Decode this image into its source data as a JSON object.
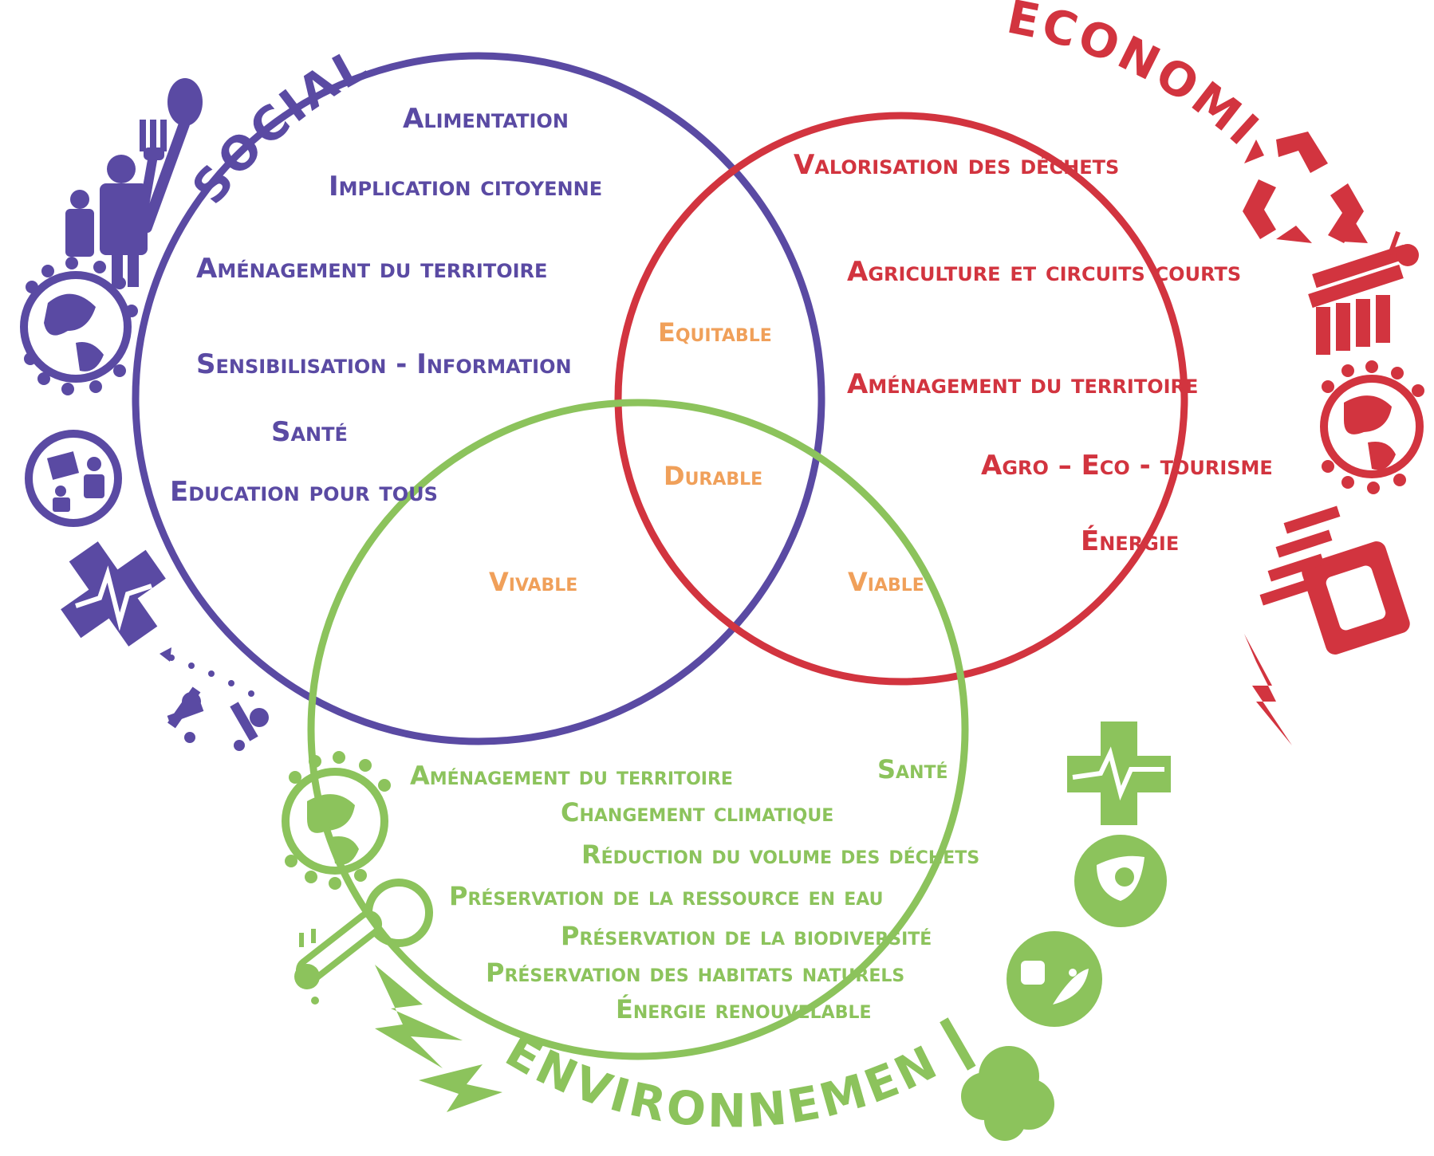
{
  "colors": {
    "social": "#5a4aa3",
    "economie": "#d2343f",
    "environnement": "#8cc35c",
    "intersections": "#f0a05a"
  },
  "social": {
    "title": "SOCIAL",
    "items": [
      "Alimentation",
      "Implication citoyenne",
      "Aménagement du territoire",
      "Sensibilisation - Information",
      "Santé",
      "Education pour tous"
    ],
    "icons": [
      "fork-knife-icon",
      "people-icon",
      "globe-people-icon",
      "teaching-icon",
      "health-cross-icon",
      "children-play-icon"
    ]
  },
  "economie": {
    "title": "ECONOMIE",
    "items": [
      "Valorisation des déchets",
      "Agriculture et circuits courts",
      "Aménagement du territoire",
      "Agro – Eco - tourisme",
      "Énergie"
    ],
    "icons": [
      "recycle-icon",
      "market-icon",
      "globe-people-icon",
      "tourism-icon",
      "lightning-icon"
    ]
  },
  "environnement": {
    "title": "ENVIRONNEMENT",
    "items": [
      "Aménagement du territoire",
      "Santé",
      "Changement climatique",
      "Réduction du volume des déchets",
      "Préservation de la ressource en eau",
      "Préservation de  la biodiversité",
      "Préservation des habitats naturels",
      "Énergie renouvelable"
    ],
    "icons": [
      "globe-people-icon",
      "thermometer-icon",
      "lightning-icon",
      "health-cross-icon",
      "water-drop-icon",
      "biodiversity-icon",
      "tree-icon"
    ]
  },
  "intersections": {
    "equitable": "Equitable",
    "durable": "Durable",
    "vivable": "Vivable",
    "viable": "Viable"
  }
}
